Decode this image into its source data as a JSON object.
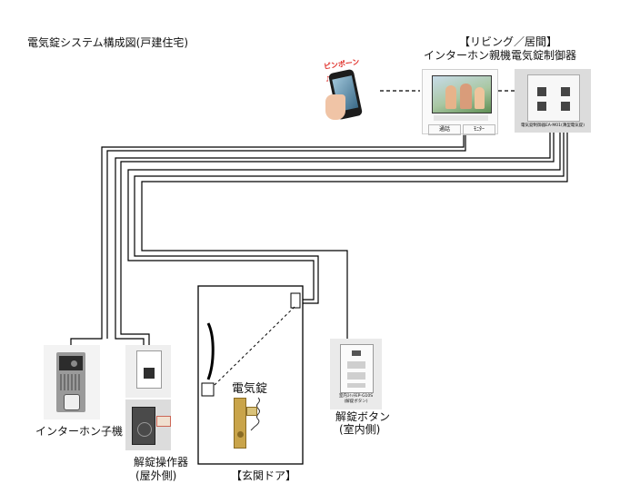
{
  "title": "電気錠システム構成図(戸建住宅)",
  "room_label": "【リビング／居間】",
  "devices": {
    "master_intercom": {
      "label": "インターホン親機",
      "button_left": "通話",
      "button_right": "ﾓﾆﾀｰ"
    },
    "lock_controller": {
      "label": "電気錠制御器",
      "caption": "電気錠制御器EA-M01(薄型電気錠)"
    },
    "smartphone": {
      "badge": "ピンポーン♪"
    },
    "door_station": {
      "label": "インターホン子機"
    },
    "unlock_operator": {
      "label_line1": "解錠操作器",
      "label_line2": "(屋外側)"
    },
    "door": {
      "label": "【玄関ドア】"
    },
    "electric_lock": {
      "label": "電気錠"
    },
    "unlock_button": {
      "label_line1": "解錠ボタン",
      "label_line2": "(室内側)",
      "caption_line1": "室内ｽｲｯﾁEP-G10S",
      "caption_line2": "(解錠ボタン)"
    }
  },
  "colors": {
    "wire": "#000000",
    "device_frame": "#d8d8d8",
    "panel_gray": "#9a9a9a",
    "dark_panel": "#4a4a4a",
    "brass": "#c9a44a",
    "badge_red": "#e0302a"
  },
  "icons": {
    "intercom_screen": "photo-icon",
    "camera": "camera-icon",
    "speaker": "speaker-grille-icon"
  }
}
